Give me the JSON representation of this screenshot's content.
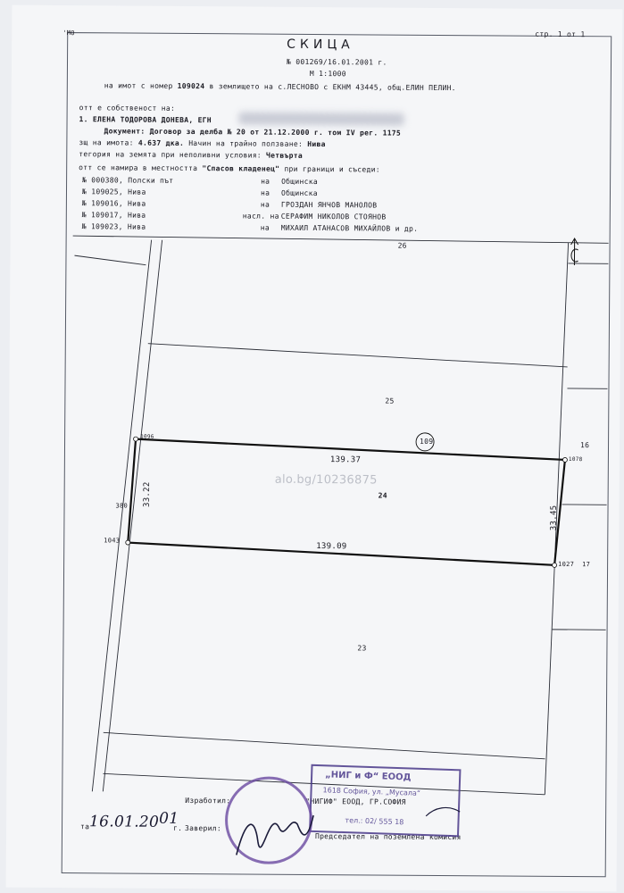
{
  "header": {
    "page": "стр. 1 от 1",
    "corner_mark": "'МО",
    "title": "СКИЦА",
    "number_line": "№ 001269/16.01.2001 г.",
    "scale": "М 1:1000",
    "property_line_prefix": "на имот с номер",
    "property_number": "109024",
    "property_line_suffix": "в землището на с.ЛЕСНОВО с ЕКНМ 43445, общ.ЕЛИН ПЕЛИН."
  },
  "owner": {
    "heading": "отт е собственост на:",
    "name": "1. ЕЛЕНА ТОДОРОВА ДОНЕВА, ЕГН",
    "document_label": "Документ:",
    "document": "Договор за делба № 20 от 21.12.2000 г. том IV  рег. 1175",
    "area_prefix": "зщ на имота:",
    "area": "4.637 дка.",
    "use_prefix": "Начин на трайно ползване:",
    "use": "Нива",
    "category_prefix": "тегория на земята при неполивни условия:",
    "category": "Четвърта"
  },
  "location": {
    "prefix": "отт се намира в местността",
    "name": "\"Спасов кладенец\"",
    "suffix": "при граници и съседи:"
  },
  "neighbors": [
    {
      "id": "№ 000380, Полски път",
      "na": "на",
      "owner": "Общинска"
    },
    {
      "id": "№ 109025, Нива",
      "na": "на",
      "owner": "Общинска"
    },
    {
      "id": "№ 109016, Нива",
      "na": "на",
      "owner": "ГРОЗДАН ЯНЧОВ МАНОЛОВ"
    },
    {
      "id": "№ 109017, Нива",
      "na": "насл. на",
      "owner": "СЕРАФИМ НИКОЛОВ СТОЯНОВ"
    },
    {
      "id": "№ 109023, Нива",
      "na": "на",
      "owner": "МИХАИЛ АТАНАСОВ МИХАЙЛОВ и др."
    }
  ],
  "plan": {
    "parcel_labels": [
      "26",
      "25",
      "16",
      "24",
      "23"
    ],
    "property_circle": "109",
    "dims": {
      "top": "139.37",
      "bottom": "139.09",
      "left": "33.22",
      "right": "33.45"
    },
    "points": {
      "nw": "1096",
      "ne": "1078",
      "sw": "1043",
      "se": "1027",
      "w_edge": "380",
      "e_edge": "17"
    },
    "north_icon": "north-arrow-icon"
  },
  "watermark": "alo.bg/10236875",
  "footer": {
    "prepared_label": "Изработил:",
    "company": "\"НИГИФ\" ЕООД, ГР.СОФИЯ",
    "date_prefix": "та",
    "date_hand": "16.01.20",
    "date_hand_suffix": "01",
    "year_suffix": "г.",
    "certified_label": "Заверил:",
    "chair_label": "Председател на поземлена комисия",
    "stamp": {
      "line1": "„НИГ и Ф“ ЕООД",
      "line2": "1618 София, ул. „Мусала“",
      "line3": "тел.: 02/ 555 18"
    }
  },
  "colors": {
    "ink": "#1a1a22",
    "stamp": "#4a3a8a",
    "paper": "#f5f6f8"
  }
}
